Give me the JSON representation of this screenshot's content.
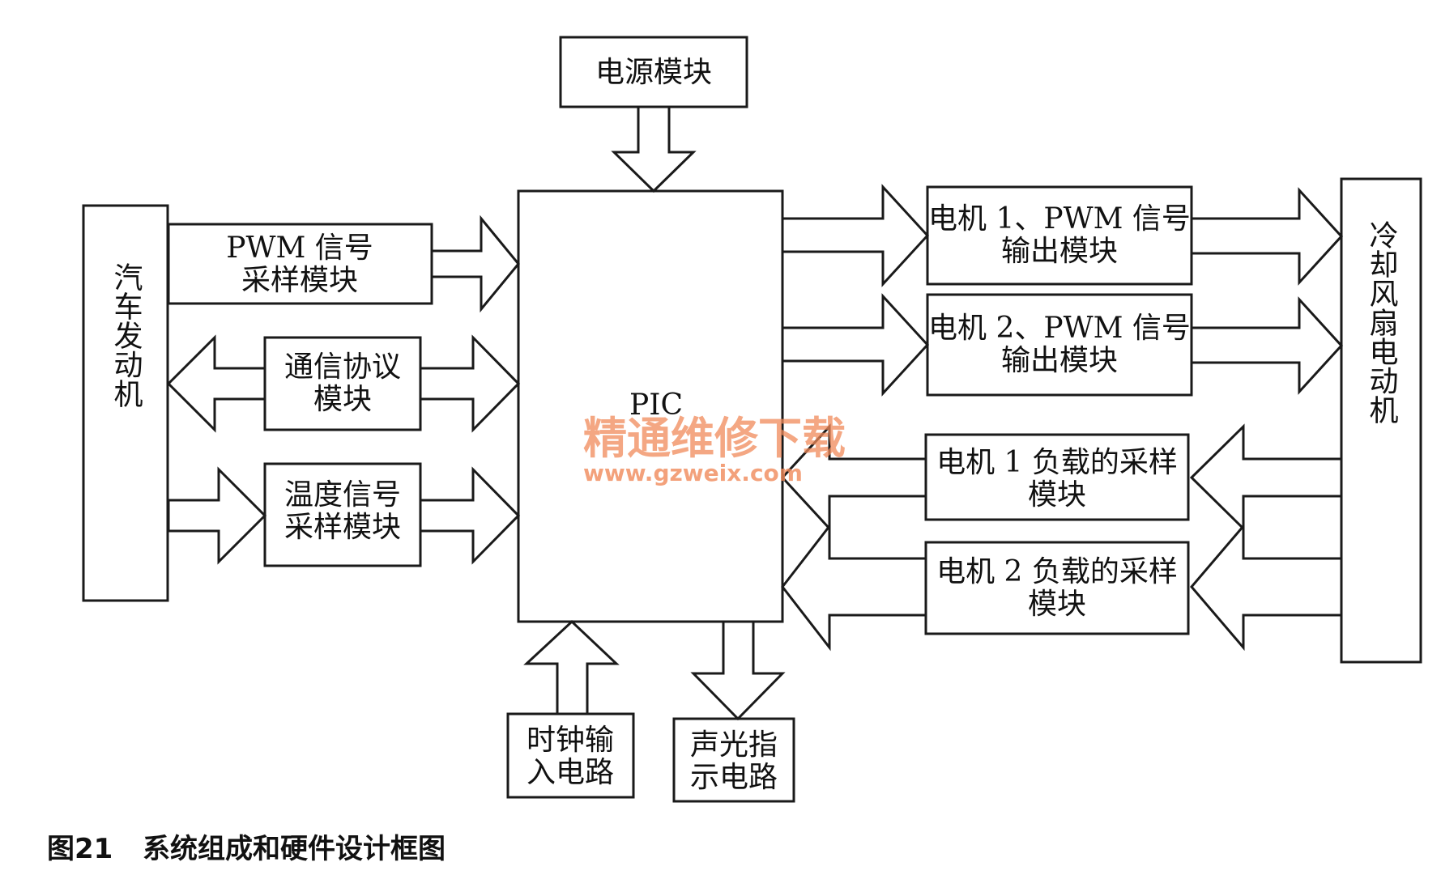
{
  "diagram": {
    "power": "电源模块",
    "engine": "汽车发动机",
    "fan_motor": "冷却风扇电动机",
    "pic": "PIC",
    "pwm_sample": [
      "PWM 信号",
      "采样模块"
    ],
    "comm": [
      "通信协议",
      "模块"
    ],
    "temp": [
      "温度信号",
      "采样模块"
    ],
    "motor1_pwm": [
      "电机 1、PWM 信号",
      "输出模块"
    ],
    "motor2_pwm": [
      "电机 2、PWM 信号",
      "输出模块"
    ],
    "motor1_load": [
      "电机 1 负载的采样",
      "模块"
    ],
    "motor2_load": [
      "电机 2 负载的采样",
      "模块"
    ],
    "clock": [
      "时钟输",
      "入电路"
    ],
    "indicator": [
      "声光指",
      "示电路"
    ]
  },
  "watermark": {
    "cn": "精通维修下载",
    "url": "www.gzweix.com",
    "color": "#f08a5a"
  },
  "caption": {
    "fig_no": "图21",
    "title": "系统组成和硬件设计框图"
  }
}
